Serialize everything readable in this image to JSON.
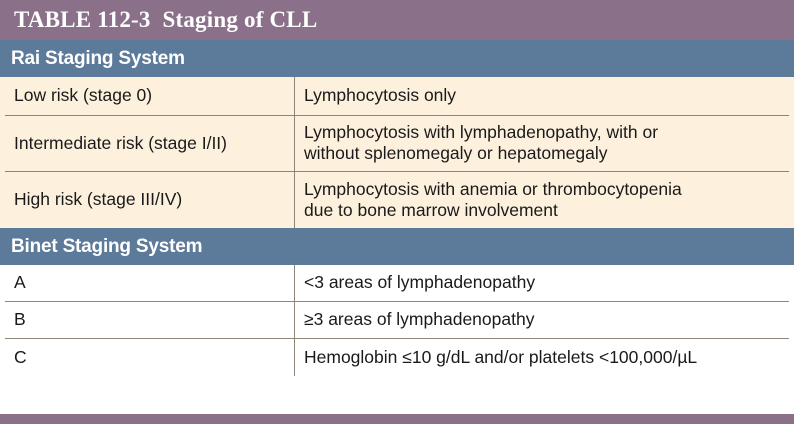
{
  "table": {
    "title": "TABLE 112-3  Staging of CLL",
    "colors": {
      "title_bar": "#8a7089",
      "section_bar": "#5c7a99",
      "rai_row_bg": "#fdf0dd",
      "binet_row_bg": "#ffffff",
      "border": "#8c8578",
      "bottom_bar": "#8a7089",
      "text": "#1a1a1a",
      "header_text": "#ffffff"
    },
    "sections": [
      {
        "header": "Rai Staging System",
        "rows": [
          {
            "label": "Low risk (stage 0)",
            "value": "Lymphocytosis only"
          },
          {
            "label": "Intermediate risk (stage I/II)",
            "value_line1": "Lymphocytosis with lymphadenopathy, with or",
            "value_line2": "without splenomegaly or hepatomegaly"
          },
          {
            "label": "High risk (stage III/IV)",
            "value_line1": "Lymphocytosis with anemia or thrombocytopenia",
            "value_line2": "due to bone marrow involvement"
          }
        ]
      },
      {
        "header": "Binet Staging System",
        "rows": [
          {
            "label": "A",
            "value": "<3 areas of lymphadenopathy"
          },
          {
            "label": "B",
            "value": "≥3 areas of lymphadenopathy"
          },
          {
            "label": "C",
            "value": "Hemoglobin ≤10 g/dL and/or platelets <100,000/µL"
          }
        ]
      }
    ]
  }
}
